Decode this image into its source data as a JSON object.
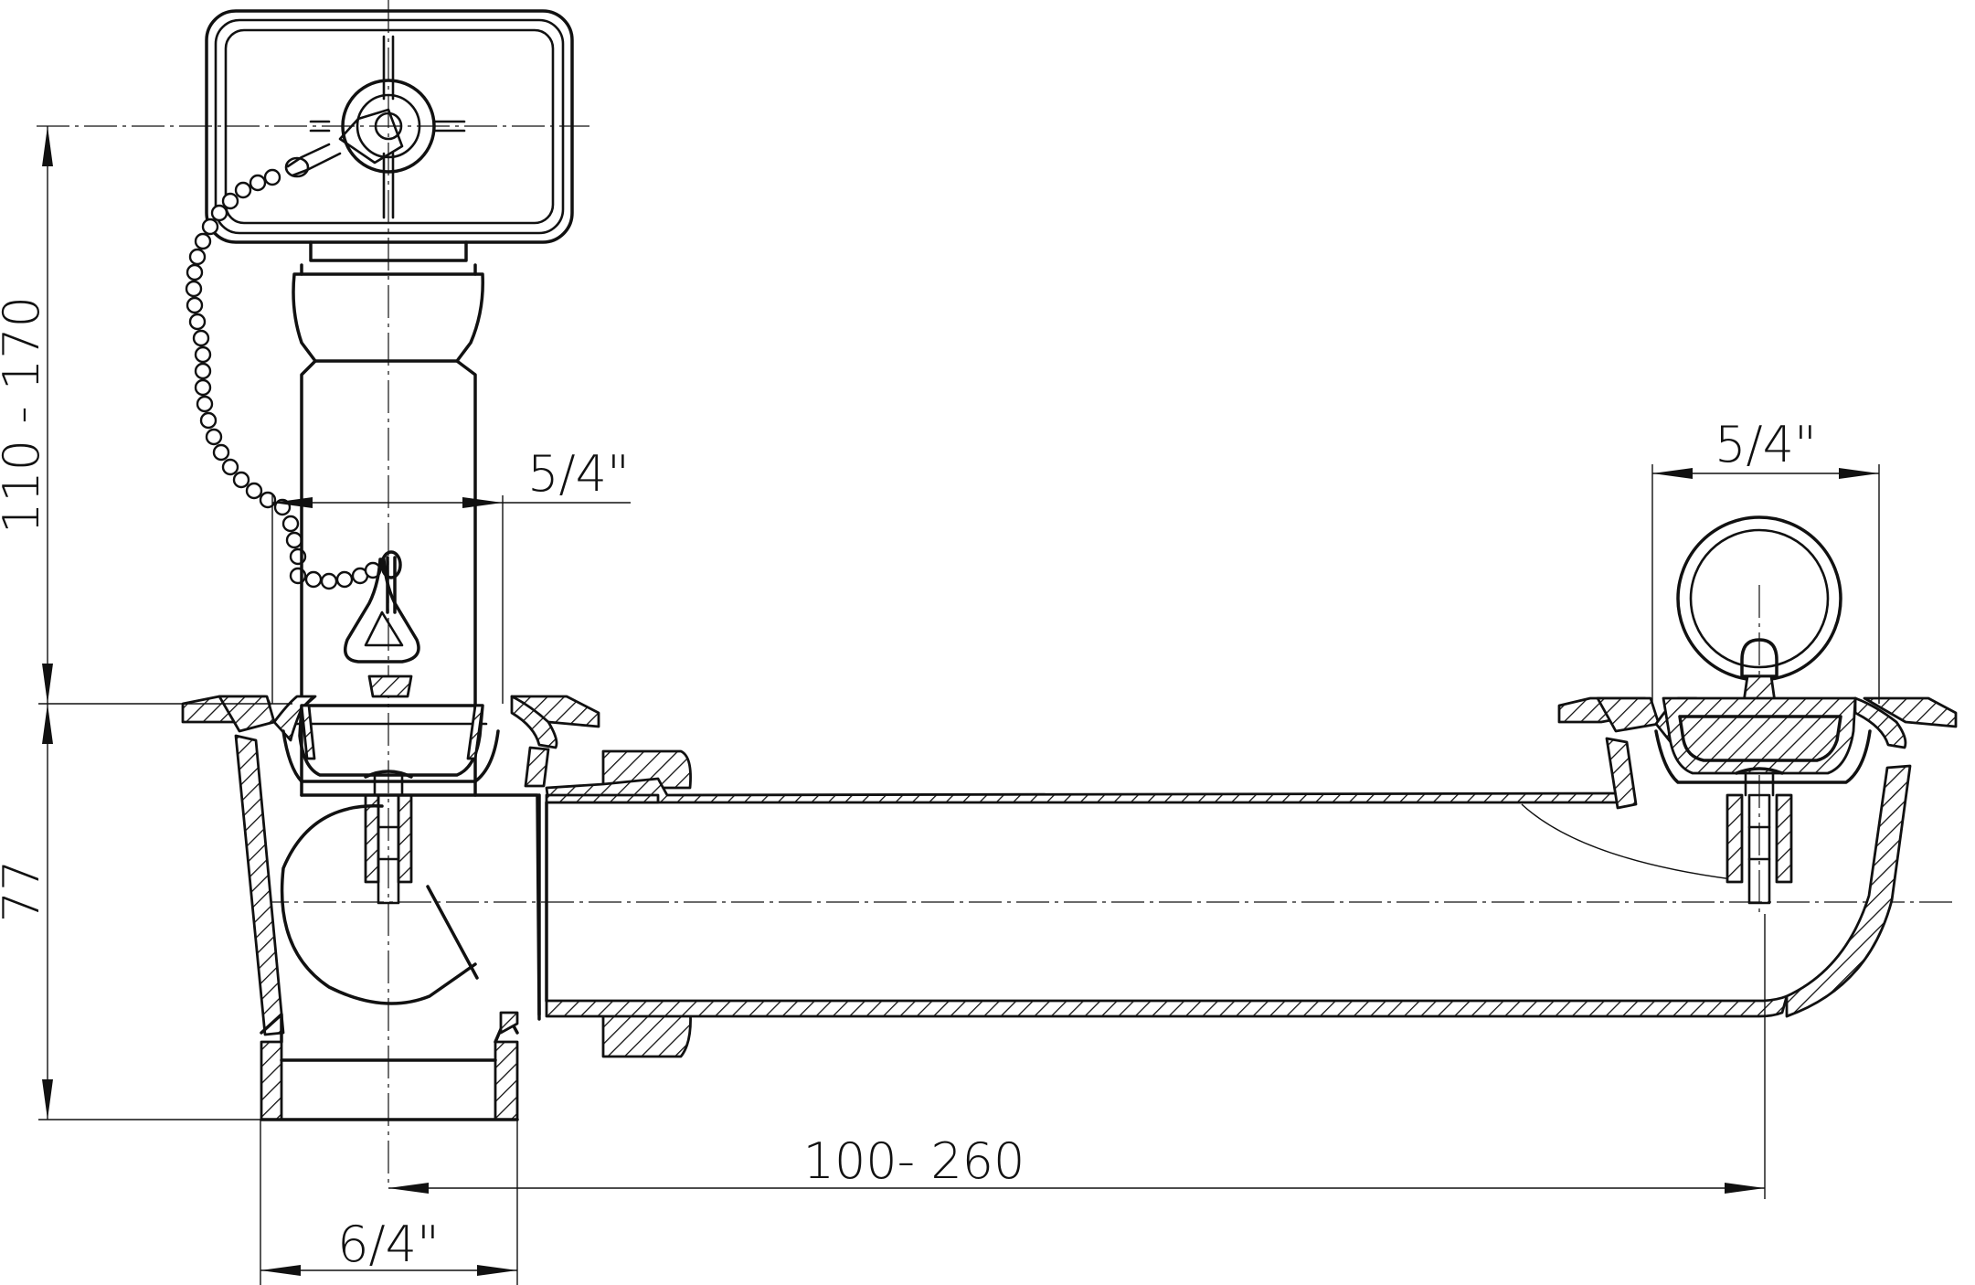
{
  "drawing": {
    "colors": {
      "line": "#111111",
      "background": "#ffffff"
    },
    "dimensions": {
      "overflow_height": "110 - 170",
      "outlet_height": "77",
      "overflow_thread": "5/4\"",
      "strainer_thread": "5/4\"",
      "connector_length": "100- 260",
      "outlet_thread": "6/4\""
    }
  }
}
